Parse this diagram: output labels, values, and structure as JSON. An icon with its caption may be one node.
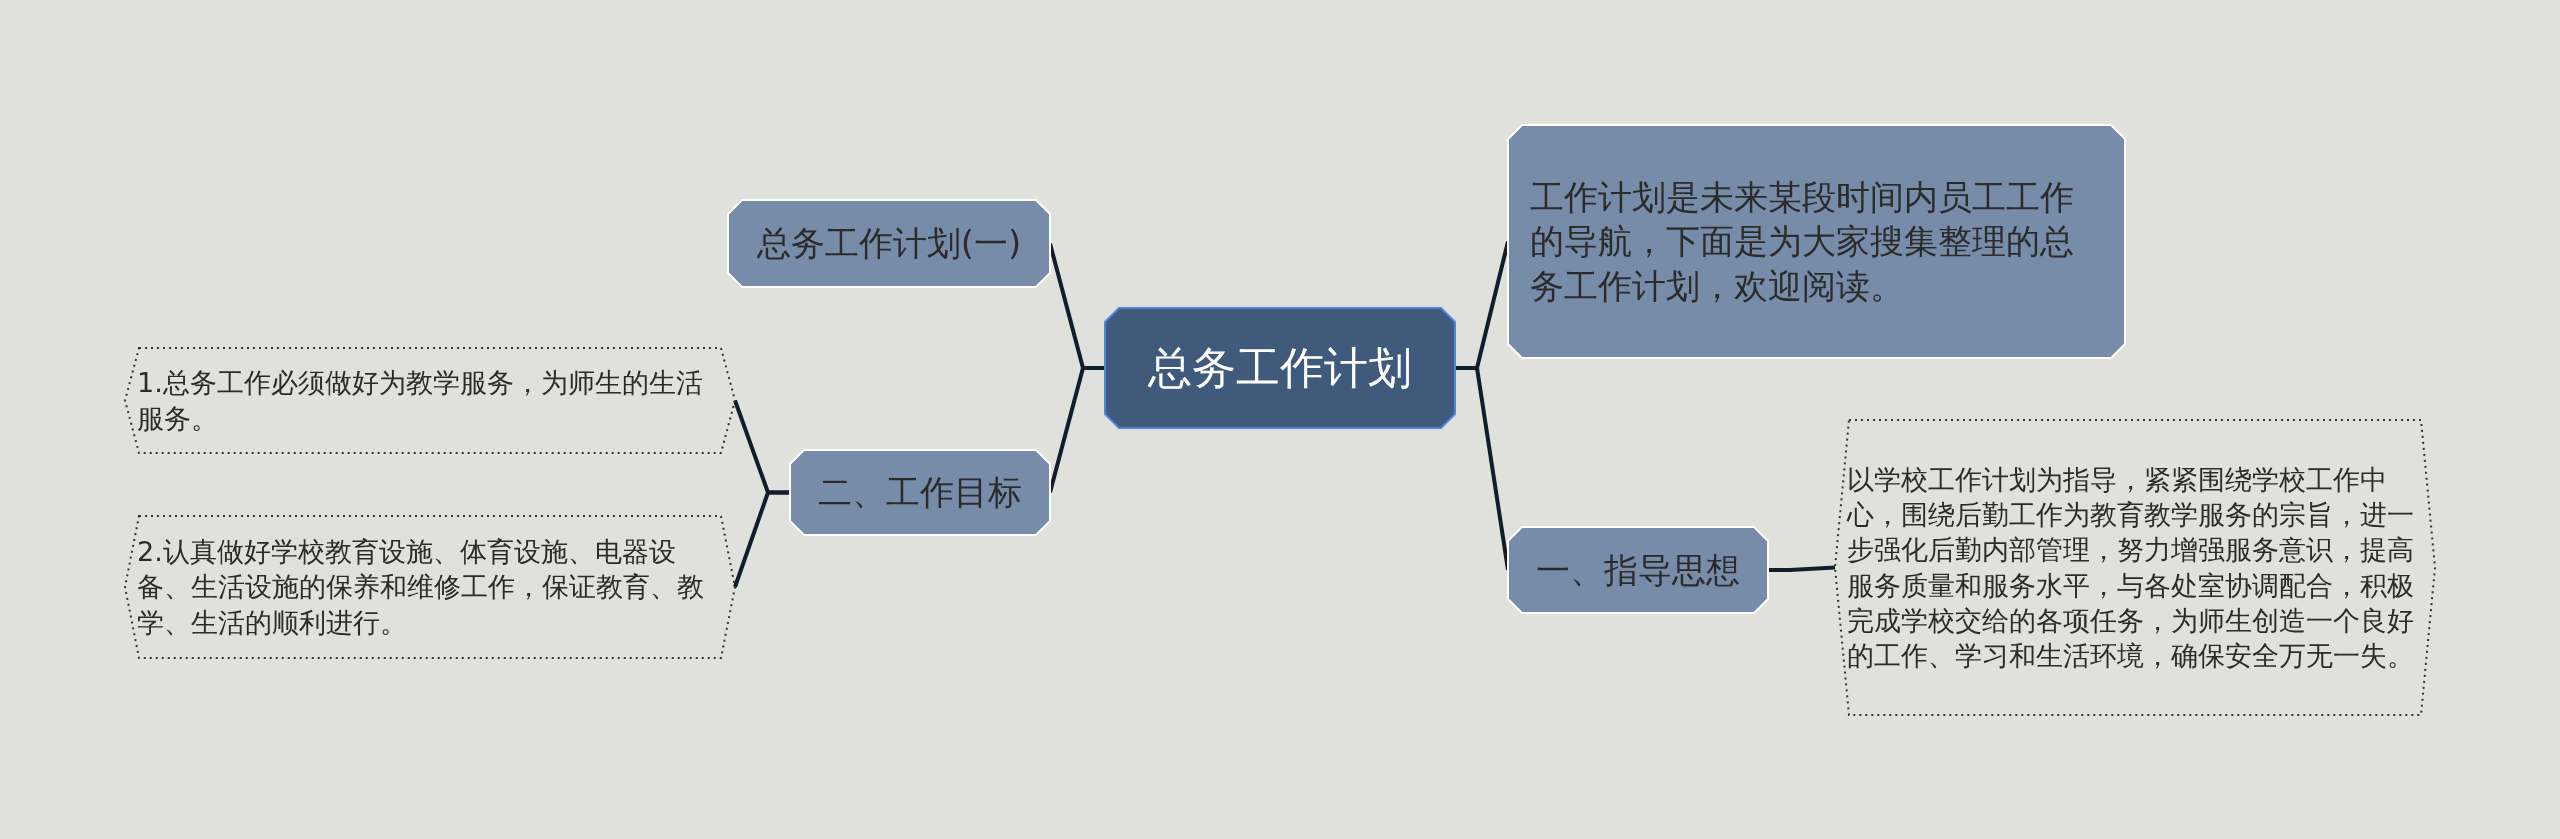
{
  "diagram": {
    "nodes": [
      {
        "text": [
          "总务工作计划"
        ]
      },
      {
        "text": [
          "总务工作计划(一)"
        ]
      },
      {
        "text": [
          "二、工作目标"
        ]
      },
      {
        "text": [
          "1.总务工作必须做好为教学服务，为师生的生活服务。"
        ]
      },
      {
        "text": [
          "2.认真做好学校教育设施、体育设施、电器设备、生活设施的保养和维修工作，保证教育、教学、生活的顺利进行。"
        ]
      },
      {
        "text": [
          "工作计划是未来某段时间内员工工作的导航，下面是为大家搜集整理的总务工作计划，欢迎阅读。"
        ]
      },
      {
        "text": [
          "一、指导思想"
        ]
      },
      {
        "text": [
          "以学校工作计划为指导，紧紧围绕学校工作中心，围绕后勤工作为教育教学服务的宗旨，进一步强化后勤内部管理，努力增强服务意识，提高服务质量和服务水平，与各处室协调配合，积极完成学校交给的各项任务，为师生创造一个良好的工作、学习和生活环境，确保安全万无一失。"
        ]
      }
    ],
    "edges": [
      {
        "from": 0,
        "to": 1,
        "arrow": "none"
      },
      {
        "from": 0,
        "to": 2,
        "arrow": "none"
      },
      {
        "from": 2,
        "to": 3,
        "arrow": "none"
      },
      {
        "from": 2,
        "to": 4,
        "arrow": "none"
      },
      {
        "from": 0,
        "to": 5,
        "arrow": "none"
      },
      {
        "from": 0,
        "to": 6,
        "arrow": "none"
      },
      {
        "from": 6,
        "to": 7,
        "arrow": "none"
      }
    ]
  }
}
